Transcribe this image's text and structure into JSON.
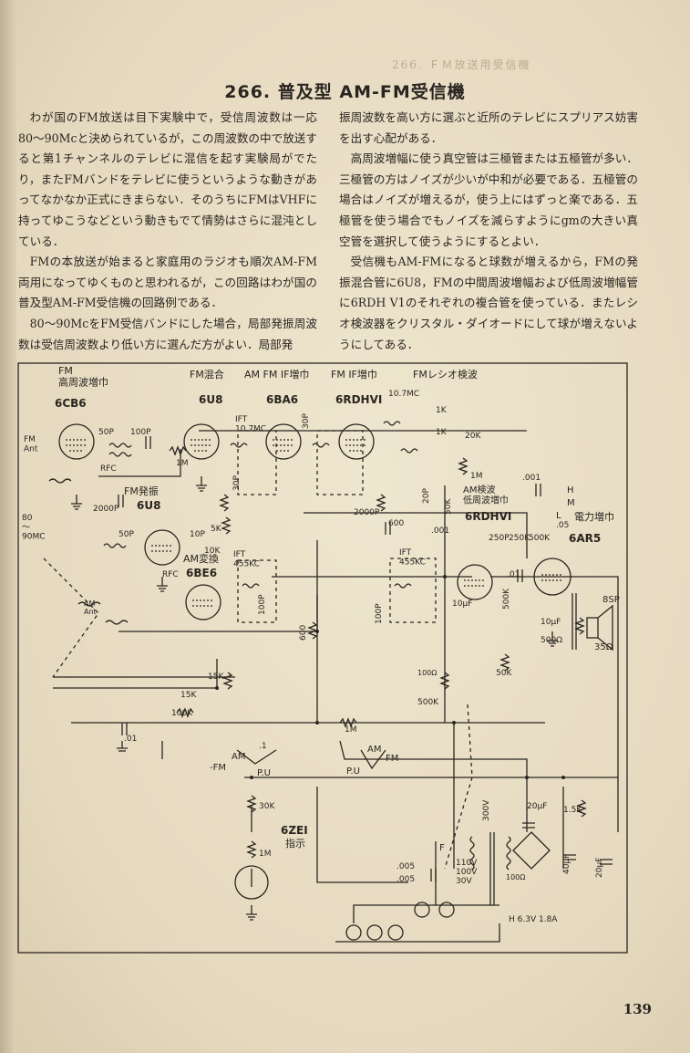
{
  "page": {
    "title": "266. 普及型 AM-FM受信機",
    "page_number": "139"
  },
  "body_text": {
    "left_column": [
      "わが国のFM放送は目下実験中で，受信周波数は一応80〜90Mcと決められているが，この周波数の中で放送すると第1チャンネルのテレビに混信を起す実験局がでたり，またFMバンドをテレビに使うというような動きがあってなかなか正式にきまらない．そのうちにFMはVHFに持ってゆこうなどという動きもでて情勢はさらに混沌としている．",
      "FMの本放送が始まると家庭用のラジオも順次AM-FM両用になってゆくものと思われるが，この回路はわが国の普及型AM-FM受信機の回路例である．",
      "80〜90McをFM受信バンドにした場合，局部発振周波数は受信周波数より低い方に選んだ方がよい．局部発"
    ],
    "right_column": [
      "振周波数を高い方に選ぶと近所のテレビにスプリアス妨害を出す心配がある．",
      "高周波増幅に使う真空管は三極管または五極管が多い．三極管の方はノイズが少いが中和が必要である．五極管の場合はノイズが増えるが，使う上にはずっと楽である．五極管を使う場合でもノイズを減らすようにgmの大きい真空管を選択して使うようにするとよい．",
      "受信機もAM-FMになると球数が増えるから，FMの発振混合管に6U8，FMの中間周波増幅および低周波増幅管に6RDH V1のそれぞれの複合管を使っている．またレシオ検波器をクリスタル・ダイオードにして球が増えないようにしてある．"
    ]
  },
  "schematic": {
    "stage_labels": {
      "fm_rf_amp": "FM\n高周波増巾",
      "fm_mixer": "FM混合",
      "am_fm_if": "AM FM IF増巾",
      "fm_if": "FM IF増巾",
      "fm_ratio": "FMレシオ検波",
      "fm_osc": "FM発振",
      "am_conv": "AM変換",
      "am_det": "AM検波\n低周波増巾",
      "power_amp": "電力増巾",
      "indicator": "指示"
    },
    "tubes": {
      "rf": "6CB6",
      "mixer": "6U8",
      "if1": "6BA6",
      "if2": "6RDHVI",
      "osc": "6U8",
      "conv": "6BE6",
      "det": "6RDHVI",
      "out": "6AR5",
      "eye": "6ZEI"
    },
    "component_labels": {
      "c_50p": "50P",
      "c_100p": "100P",
      "r_1m_a": "1M",
      "c_2000p_a": "2000P",
      "c_50p_b": "50P",
      "c_10p": "10P",
      "r_5k": "5K",
      "r_10k": "10K",
      "ift_10_7": "IFT\n10.7MC",
      "ift_455_a": "IFT\n455KC",
      "ift_455_b": "IFT\n455KC",
      "c_100p_b": "100P",
      "c_100p_c": "100P",
      "c_30p_a": "30P",
      "c_30p_b": "30P",
      "ratio_10_7": "10.7MC",
      "r_1k_a": "1K",
      "r_1k_b": "1K",
      "r_20k": "20K",
      "r_1m_b": "1M",
      "c_20p": "20P",
      "r_50k_a": "50K",
      "r_600": "600",
      "c_2000p_b": "2000P",
      "c_001": ".001",
      "c_001_b": ".001",
      "c_250p": "250P",
      "r_250k": "250K",
      "r_500k_a": "500K",
      "c_05": ".05",
      "c_01_a": ".01",
      "r_500k_b": "500K",
      "c_10uf_a": "10μF",
      "c_10uf_b": "10μF",
      "r_500_ohm": "500Ω",
      "r_50k_b": "50K",
      "r_500k_c": "500K",
      "r_15k_a": "15K",
      "r_15k_b": "15K",
      "r_100k": "100K",
      "c_01_b": ".01",
      "r_1m_c": "1M",
      "c_1": ".1",
      "r_600_b": "600",
      "sw_fm": "-FM",
      "sw_am": "AM",
      "sw_pu": "P.U",
      "sw2_am": "AM",
      "sw2_fm": "FM",
      "sw2_pu": "P.U",
      "r_30k": "30K",
      "r_1m_d": "1M",
      "c_20uf_a": "20μF",
      "r_1_5k": "1.5K",
      "c_40uf": "40μF",
      "c_20uf_b": "20μF",
      "r_100ohm": "100Ω",
      "c_005_a": ".005",
      "c_005_b": ".005",
      "v_300": "300V",
      "v_110": "110V",
      "v_100": "100V",
      "v_30": "30V",
      "heater": "H 6.3V 1.8A",
      "speaker": "8SP",
      "speaker_imp": "35Ω",
      "band": "80\n〜\n90MC",
      "fm_ant": "FM\nAnt",
      "am_ant": "AM\nAnt",
      "rfc": "RFC",
      "rfc_b": "RFC",
      "sw_h": "H",
      "sw_m": "M",
      "sw_l": "L",
      "sw_f": "F",
      "r_100ohm_b": "100Ω"
    }
  }
}
